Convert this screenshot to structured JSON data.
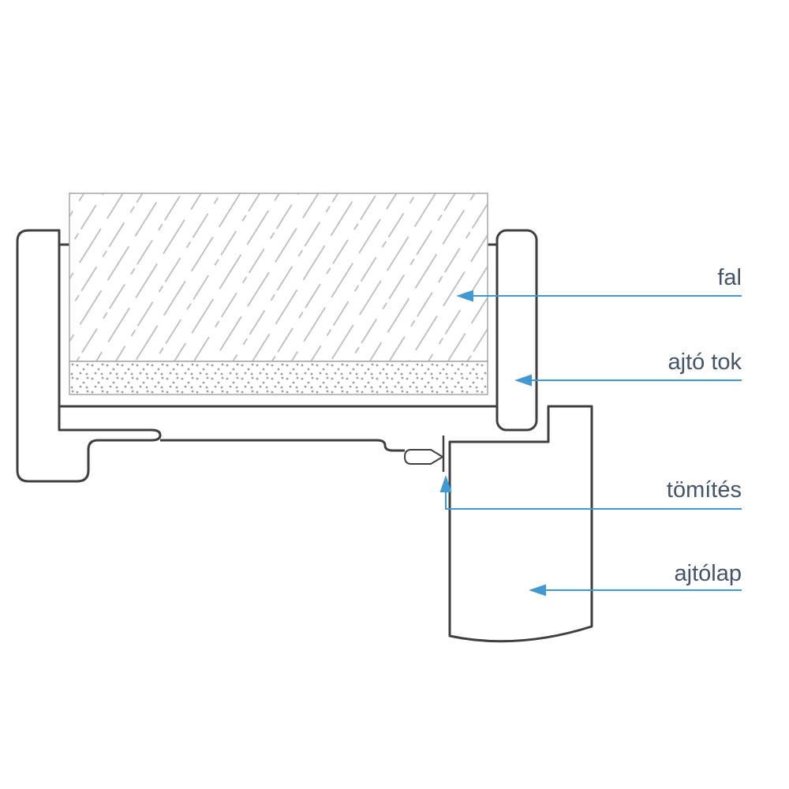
{
  "labels": [
    {
      "text": "fal",
      "points_to": "wall"
    },
    {
      "text": "ajtó tok",
      "points_to": "door-frame"
    },
    {
      "text": "tömítés",
      "points_to": "seal"
    },
    {
      "text": "ajtólap",
      "points_to": "door-leaf"
    }
  ],
  "colors": {
    "background": "#ffffff",
    "outline": "#3f3f3f",
    "hatch": "#b9b9b9",
    "section_border": "#a6a6a6",
    "plaster_dots": "#9c9c9c",
    "leader": "#3f9ad3",
    "label_text": "#44546a"
  }
}
